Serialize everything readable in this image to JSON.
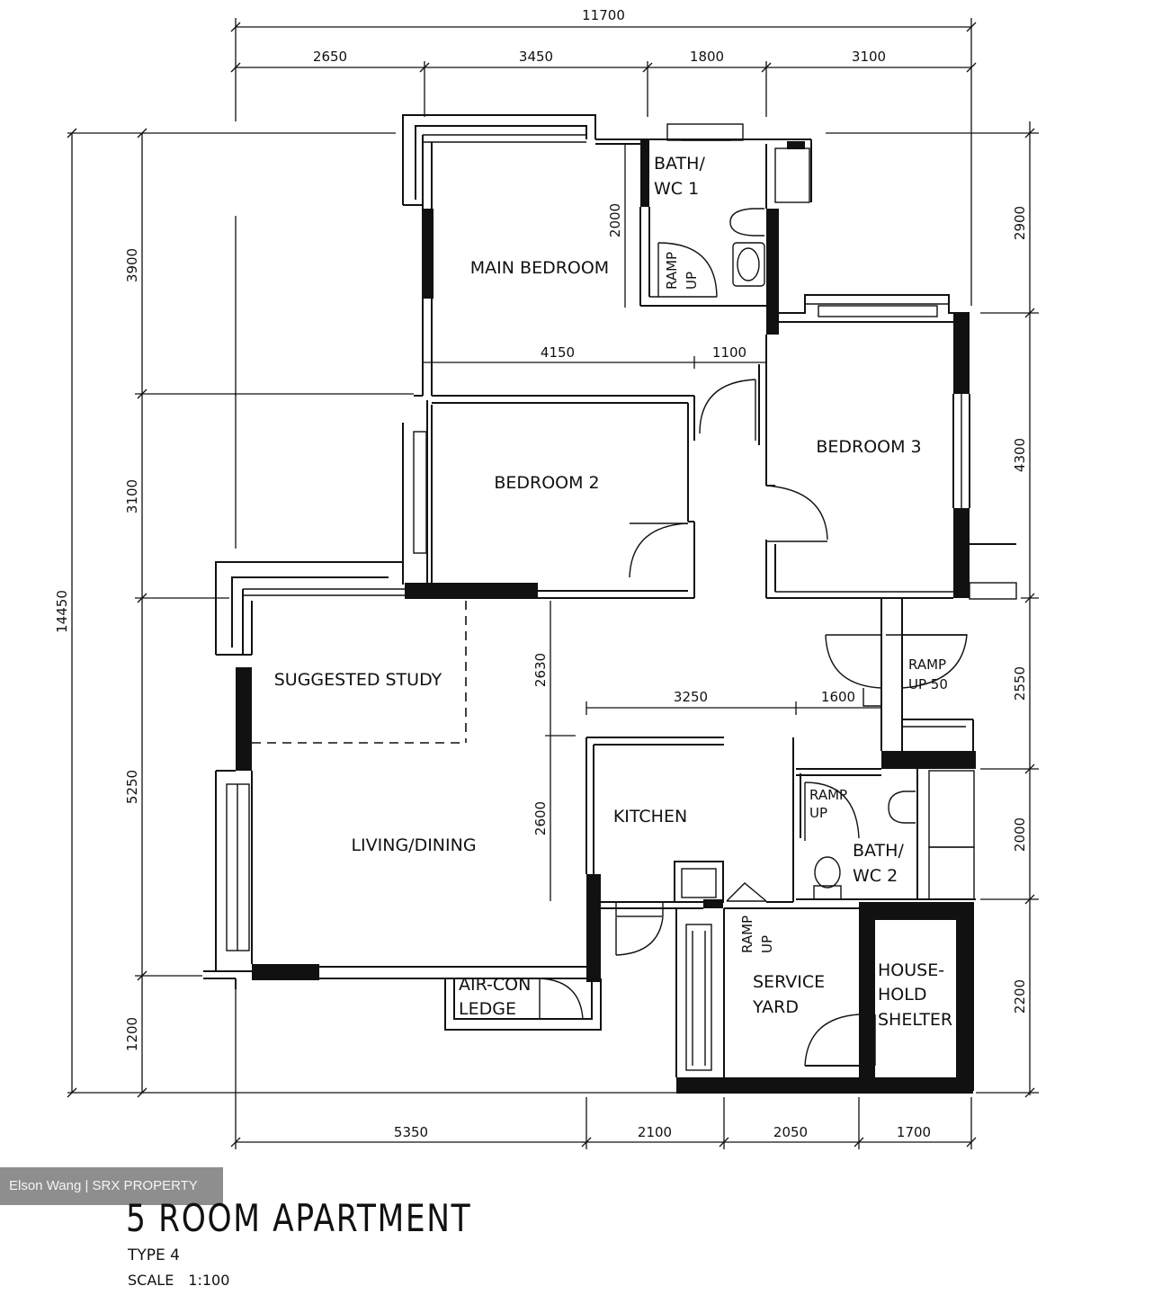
{
  "plan": {
    "title": "5 ROOM APARTMENT",
    "type": "TYPE 4",
    "scale_label": "SCALE",
    "scale_value": "1:100",
    "watermark": "Elson Wang | SRX PROPERTY"
  },
  "rooms": {
    "main_bedroom": "MAIN BEDROOM",
    "bath1_line1": "BATH/",
    "bath1_line2": "WC 1",
    "bedroom2": "BEDROOM 2",
    "bedroom3": "BEDROOM 3",
    "study": "SUGGESTED STUDY",
    "living": "LIVING/DINING",
    "kitchen": "KITCHEN",
    "bath2_line1": "BATH/",
    "bath2_line2": "WC 2",
    "service_line1": "SERVICE",
    "service_line2": "YARD",
    "shelter_line1": "HOUSE-",
    "shelter_line2": "HOLD",
    "shelter_line3": "SHELTER",
    "aircon_line1": "AIR-CON",
    "aircon_line2": "LEDGE"
  },
  "notes": {
    "ramp": "RAMP",
    "up": "UP",
    "up50": "UP 50"
  },
  "dimensions": {
    "top_total": "11700",
    "top": [
      "2650",
      "3450",
      "1800",
      "3100"
    ],
    "bottom": [
      "5350",
      "2100",
      "2050",
      "1700"
    ],
    "left_total": "14450",
    "left": [
      "3900",
      "3100",
      "5250",
      "1200"
    ],
    "right": [
      "2900",
      "4300",
      "2550",
      "2000",
      "2200"
    ],
    "inner": {
      "main_bedroom_depth": "2000",
      "corridor_left": "4150",
      "corridor_right": "1100",
      "living_upper": "2630",
      "living_lower": "2600",
      "kitchen_width": "3250",
      "kitchen_right": "1600"
    }
  }
}
